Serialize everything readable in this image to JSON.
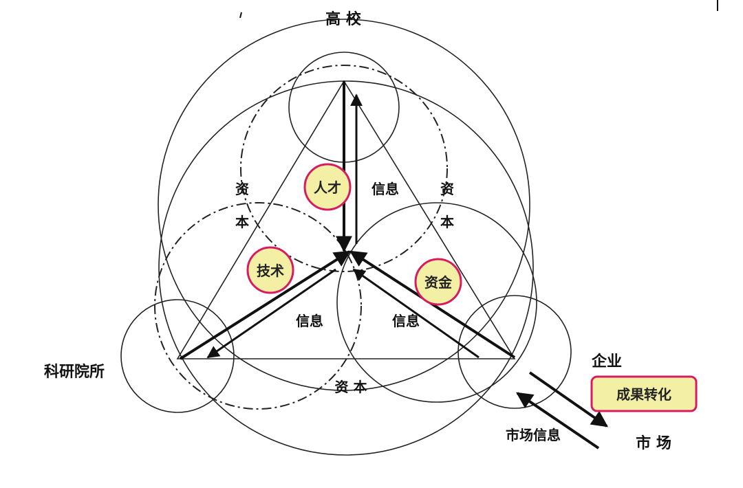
{
  "nodes": {
    "university": "高 校",
    "institute": "科研院所",
    "enterprise": "企业",
    "market": "市 场"
  },
  "flows": {
    "capital_left": [
      "资",
      "本"
    ],
    "capital_right": [
      "资",
      "本"
    ],
    "capital_bottom": "资 本",
    "info_top": "信息",
    "info_left": "信息",
    "info_right": "信息",
    "market_info": "市场信息"
  },
  "highlights": {
    "talent": "人才",
    "technology": "技术",
    "funds": "资金",
    "transformation": "成果转化"
  },
  "colors": {
    "highlight_fill": "#f3f0a6",
    "highlight_border": "#d81b60",
    "ink": "#111111"
  }
}
